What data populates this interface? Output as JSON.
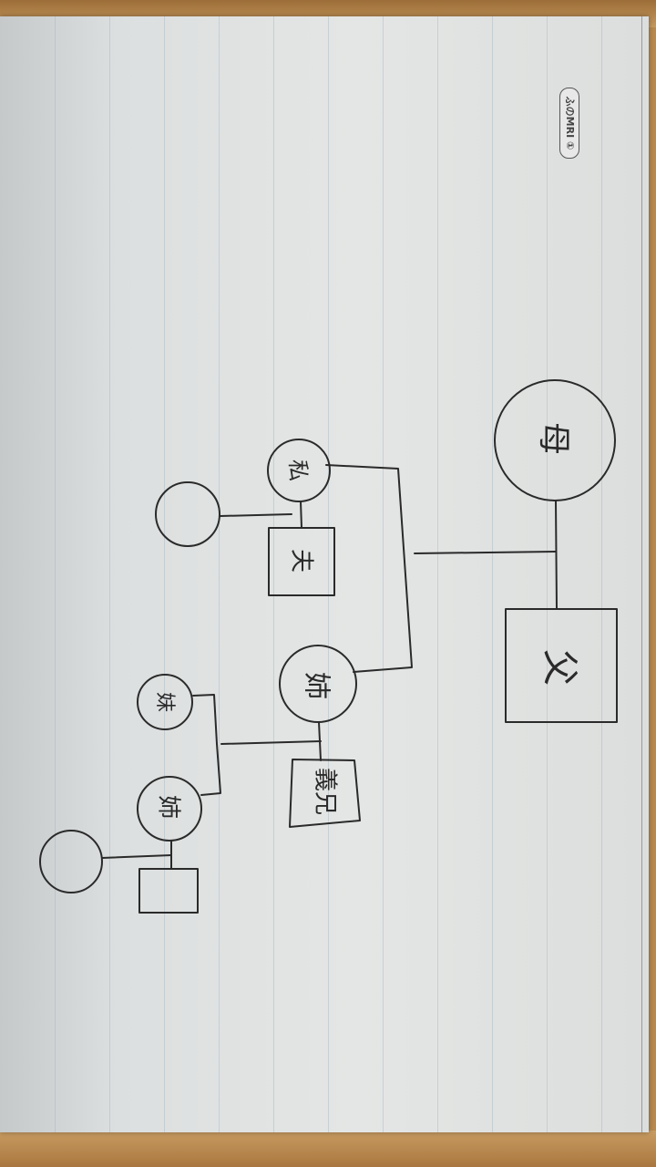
{
  "notebook": {
    "brand": "ふのMRI ①"
  },
  "family_tree": {
    "mother": "母",
    "father": "父",
    "me": "私",
    "husband": "夫",
    "older_sister": "姉",
    "brother_in_law": "義兄",
    "niece_younger": "妹",
    "niece_older": "姉"
  },
  "colors": {
    "ink": "#2a2a2a",
    "paper": "#e2e4e3"
  }
}
